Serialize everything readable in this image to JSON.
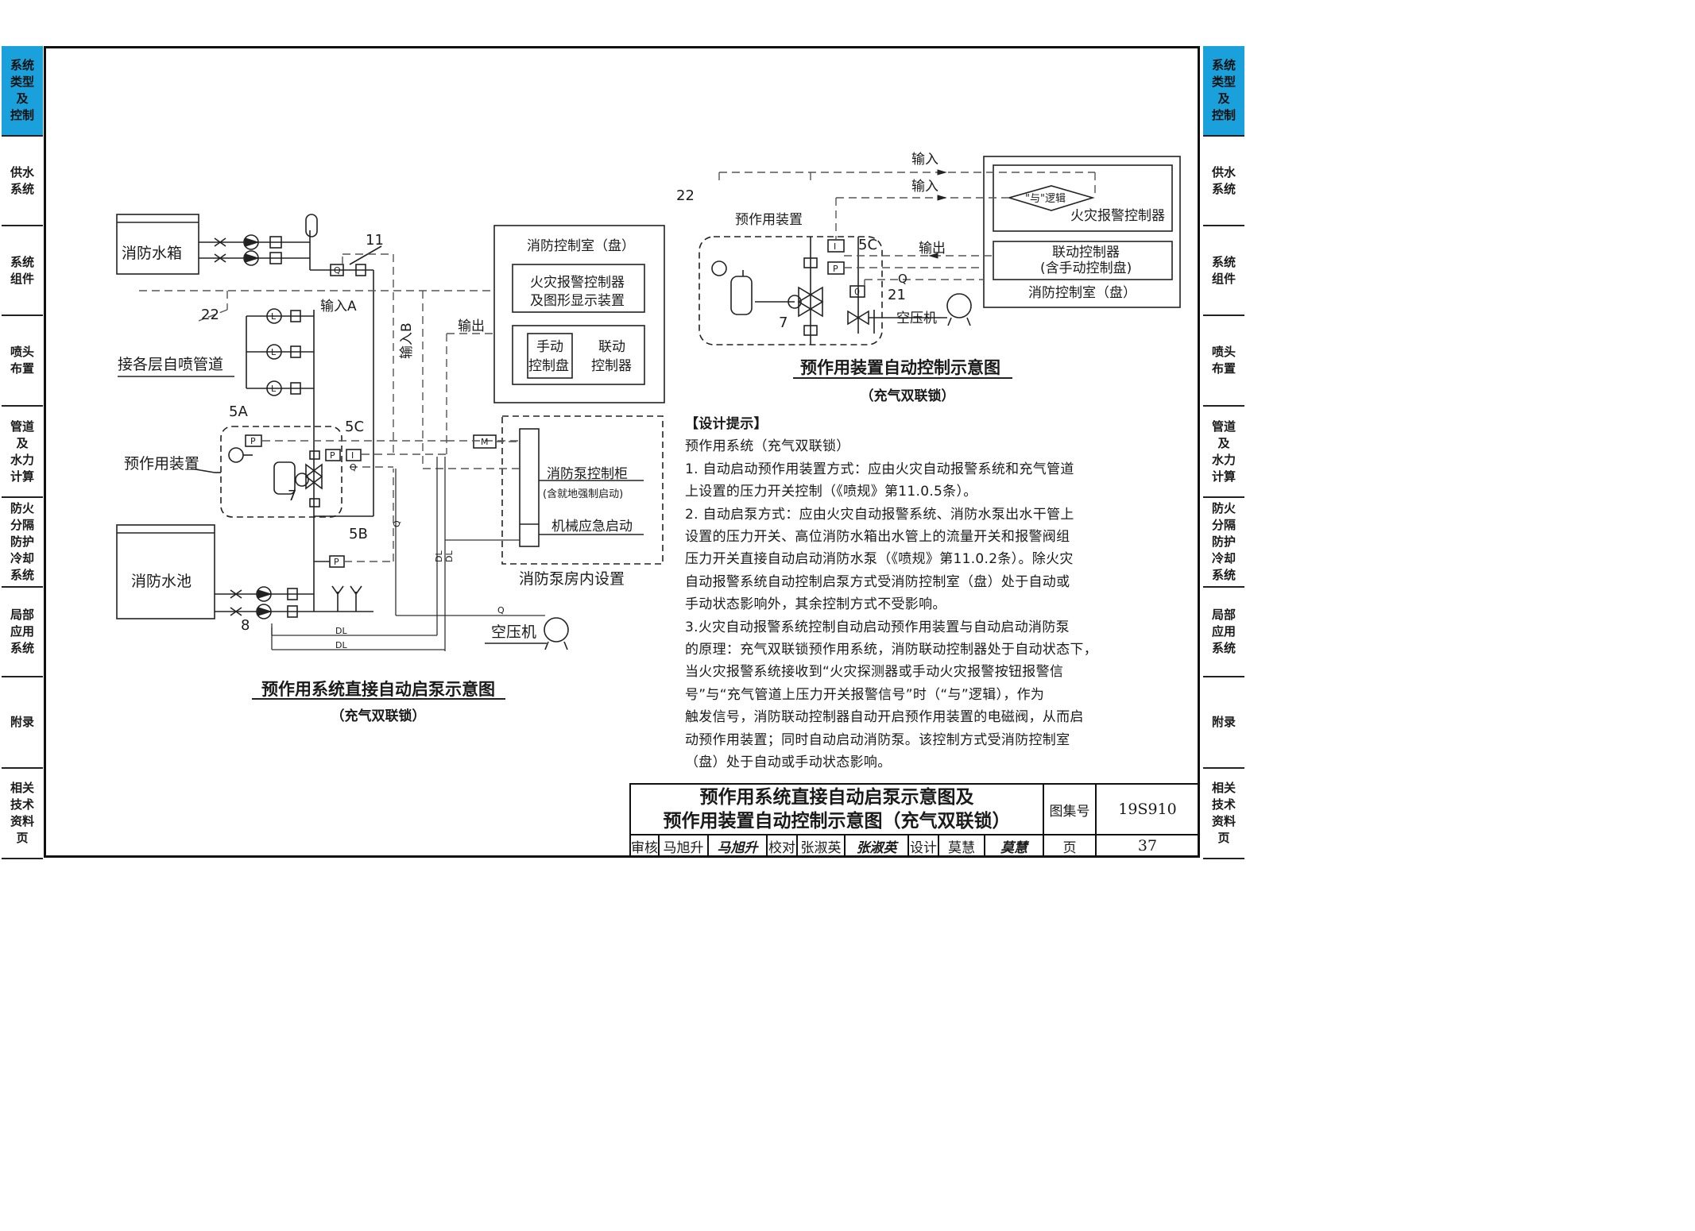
{
  "sidebar": {
    "left": [
      {
        "label": "系统\n类型\n及\n控制",
        "active": true
      },
      {
        "label": "供水\n系统",
        "active": false
      },
      {
        "label": "系统\n组件",
        "active": false
      },
      {
        "label": "喷头\n布置",
        "active": false
      },
      {
        "label": "管道\n及\n水力\n计算",
        "active": false
      },
      {
        "label": "防火\n分隔\n防护\n冷却\n系统",
        "active": false
      },
      {
        "label": "局部\n应用\n系统",
        "active": false
      },
      {
        "label": "附录",
        "active": false
      },
      {
        "label": "相关\n技术\n资料\n页",
        "active": false
      }
    ],
    "right": [
      {
        "label": "系统\n类型\n及\n控制",
        "active": true
      },
      {
        "label": "供水\n系统",
        "active": false
      },
      {
        "label": "系统\n组件",
        "active": false
      },
      {
        "label": "喷头\n布置",
        "active": false
      },
      {
        "label": "管道\n及\n水力\n计算",
        "active": false
      },
      {
        "label": "防火\n分隔\n防护\n冷却\n系统",
        "active": false
      },
      {
        "label": "局部\n应用\n系统",
        "active": false
      },
      {
        "label": "附录",
        "active": false
      },
      {
        "label": "相关\n技术\n资料\n页",
        "active": false
      }
    ],
    "accent_color": "#1aa1dc"
  },
  "left_diagram": {
    "fire_tank": "消防水箱",
    "fire_pool": "消防水池",
    "control_room": "消防控制室（盘）",
    "alarm_controller": [
      "火灾报警控制器",
      "及图形显示装置"
    ],
    "manual_panel": [
      "手动",
      "控制盘"
    ],
    "linkage_controller": [
      "联动",
      "控制器"
    ],
    "pump_cabinet": "消防泵控制柜",
    "pump_cabinet_note": "(含就地强制启动)",
    "mechanical_start": "机械应急启动",
    "pump_room": "消防泵房内设置",
    "floor_pipes": "接各层自喷管道",
    "preaction_device": "预作用装置",
    "air_compressor": "空压机",
    "input_a": "输入A",
    "input_b": "输入B",
    "output": "输出",
    "labels": {
      "n11": "11",
      "n22": "22",
      "n5a": "5A",
      "n5b": "5B",
      "n5c": "5C",
      "n7": "7",
      "n8": "8"
    },
    "signals": {
      "Q": "Q",
      "P": "P",
      "I": "I",
      "M": "M",
      "DL": "DL",
      "L": "L"
    },
    "title": "预作用系统直接自动启泵示意图",
    "subtitle": "（充气双联锁）"
  },
  "right_diagram": {
    "n22": "22",
    "preaction_device": "预作用装置",
    "input1": "输入",
    "input2": "输入",
    "output": "输出",
    "and_logic": "\"与\"逻辑",
    "alarm_controller": "火灾报警控制器",
    "linkage_controller": [
      "联动控制器",
      "(含手动控制盘)"
    ],
    "control_room": "消防控制室（盘）",
    "n5c": "5C",
    "n21": "21",
    "n7": "7",
    "q": "Q",
    "i": "I",
    "p": "P",
    "o": "0",
    "air_compressor": "空压机",
    "title": "预作用装置自动控制示意图",
    "subtitle": "（充气双联锁）"
  },
  "notes": {
    "heading": "【设计提示】",
    "lines": [
      "预作用系统（充气双联锁）",
      "1. 自动启动预作用装置方式：应由火灾自动报警系统和充气管道",
      "上设置的压力开关控制（《喷规》第11.0.5条）。",
      "2. 自动启泵方式：应由火灾自动报警系统、消防水泵出水干管上",
      "设置的压力开关、高位消防水箱出水管上的流量开关和报警阀组",
      "压力开关直接自动启动消防水泵（《喷规》第11.0.2条）。除火灾",
      "自动报警系统自动控制启泵方式受消防控制室（盘）处于自动或",
      "手动状态影响外，其余控制方式不受影响。",
      "3.火灾自动报警系统控制自动启动预作用装置与自动启动消防泵",
      "的原理：充气双联锁预作用系统，消防联动控制器处于自动状态下，",
      "当火灾报警系统接收到“火灾探测器或手动火灾报警按钮报警信",
      "号”与“充气管道上压力开关报警信号”时（“与”逻辑），作为",
      "触发信号，消防联动控制器自动开启预作用装置的电磁阀，从而启",
      "动预作用装置；同时自动启动消防泵。该控制方式受消防控制室",
      "（盘）处于自动或手动状态影响。"
    ]
  },
  "title_block": {
    "title_line1": "预作用系统直接自动启泵示意图及",
    "title_line2": "预作用装置自动控制示意图（充气双联锁）",
    "atlas_label": "图集号",
    "atlas_no": "19S910",
    "page_label": "页",
    "page_no": "37",
    "review_label": "审核",
    "reviewer": "马旭升",
    "reviewer_sig": "马旭升",
    "check_label": "校对",
    "checker": "张淑英",
    "checker_sig": "张淑英",
    "design_label": "设计",
    "designer": "莫慧",
    "designer_sig": "莫慧"
  }
}
